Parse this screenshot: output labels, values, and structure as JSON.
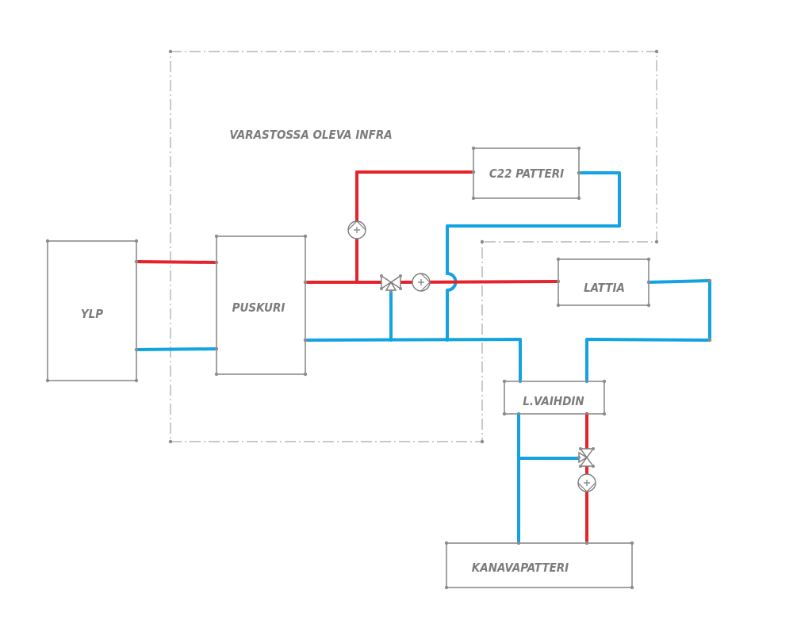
{
  "colors": {
    "supply": "#e5232b",
    "return": "#12a3e0",
    "outline": "#8c8c8c",
    "boundary": "#a8a8a8"
  },
  "labels": {
    "region": "VARASTOSSA OLEVA INFRA",
    "ylp": "YLP",
    "puskuri": "PUSKURI",
    "c22": "C22 PATTERI",
    "lattia": "LATTIA",
    "vaihdin": "L.VAIHDIN",
    "kanavapatteri": "KANAVAPATTERI"
  },
  "icons": {
    "pump": "pump-icon",
    "mixing_valve": "three-way-valve-icon"
  }
}
